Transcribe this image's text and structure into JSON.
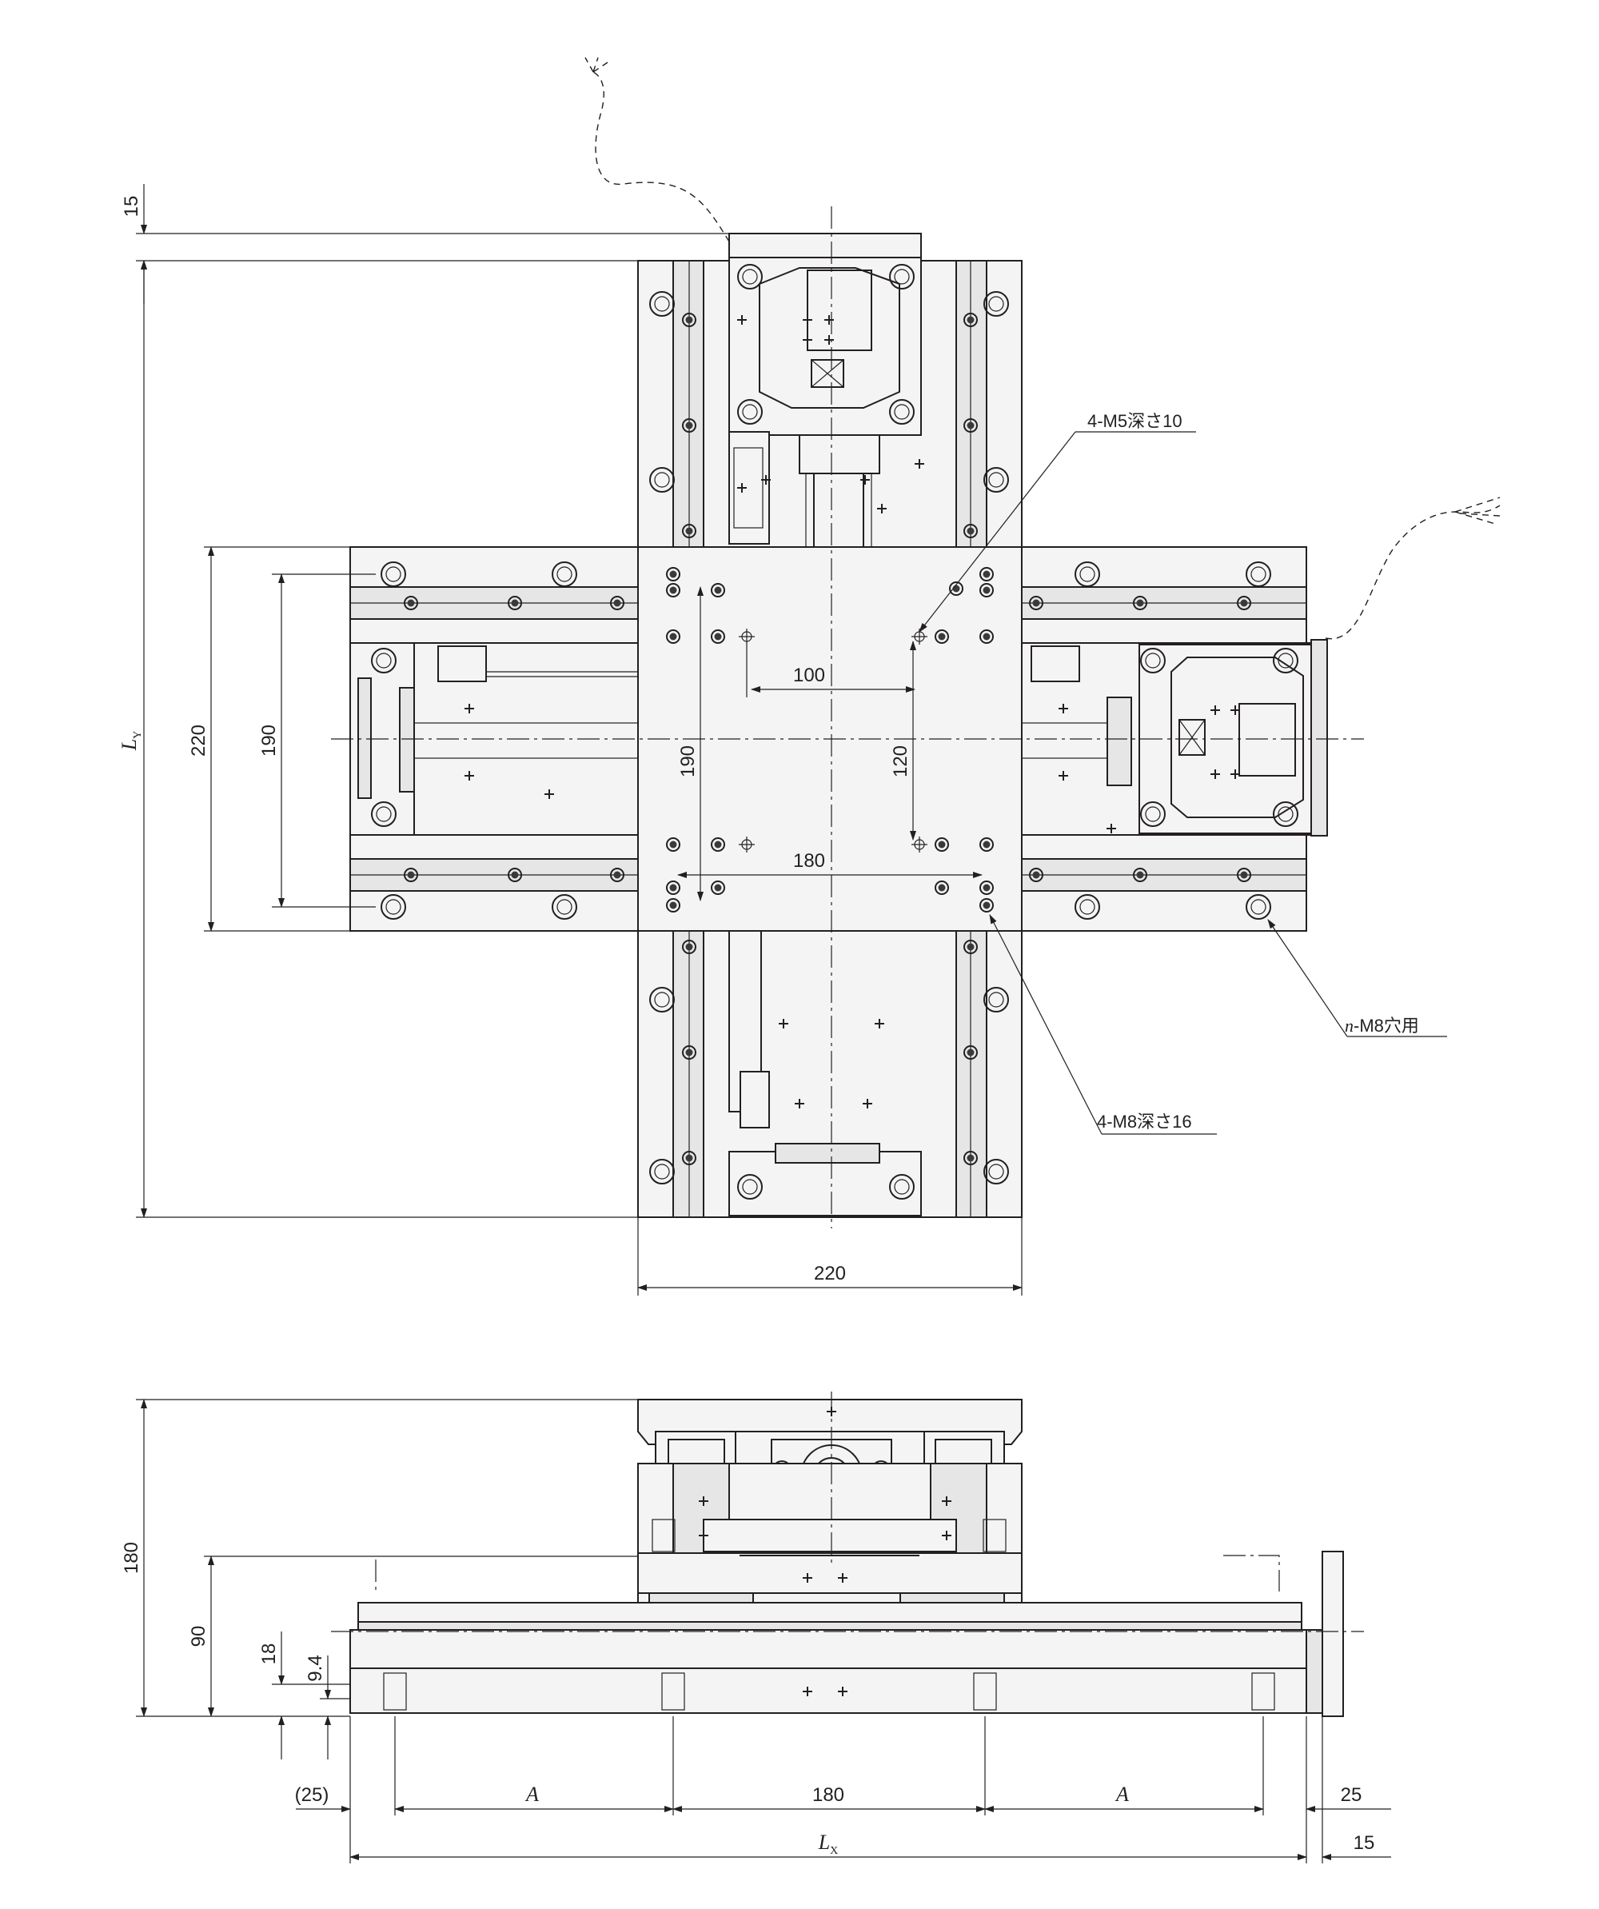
{
  "dimensions": {
    "top_offset": "15",
    "ly": "L",
    "ly_sub": "Y",
    "table_height": "220",
    "rail_pitch_y": "190",
    "table_width": "220",
    "hole_pitch_y_m8": "190",
    "hole_pitch_y_m5": "120",
    "hole_pitch_x_m5": "100",
    "hole_pitch_x_m8": "180",
    "total_height": "180",
    "lower_height": "90",
    "base_thickness": "18",
    "hole_depth": "9.4",
    "left_margin": "(25)",
    "pitch_a_left": "A",
    "center_pitch": "180",
    "pitch_a_right": "A",
    "right_margin": "25",
    "lx": "L",
    "lx_sub": "X",
    "motor_offset": "15"
  },
  "callouts": {
    "m5": "4-M5深さ10",
    "m8_base_italic": "n",
    "m8_base": "-M8穴用",
    "m8_table": "4-M8深さ16"
  }
}
